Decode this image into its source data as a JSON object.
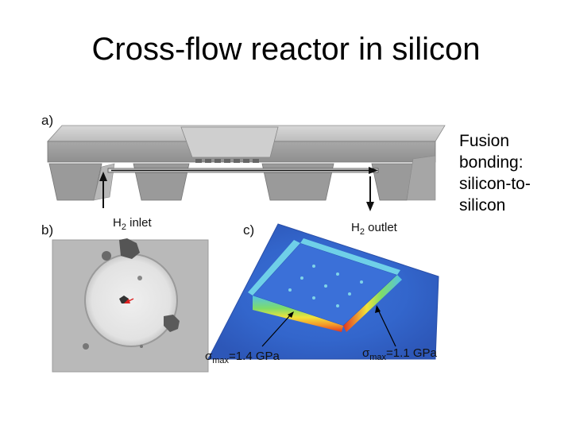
{
  "slide": {
    "title": "Cross-flow reactor in silicon",
    "side_text": [
      "Fusion",
      "bonding:",
      "silicon-to-",
      "silicon"
    ]
  },
  "figure": {
    "panel_a": "a)",
    "panel_b": "b)",
    "panel_c": "c)",
    "inlet": {
      "h": "H",
      "sub": "2",
      "rest": " inlet"
    },
    "outlet": {
      "h": "H",
      "sub": "2",
      "rest": " outlet"
    },
    "sigma_left": {
      "sym": "σ",
      "sub": "max",
      "val": "=1.4 GPa"
    },
    "sigma_right": {
      "sym": "σ",
      "sub": "max",
      "val": "=1.1 GPa"
    }
  }
}
